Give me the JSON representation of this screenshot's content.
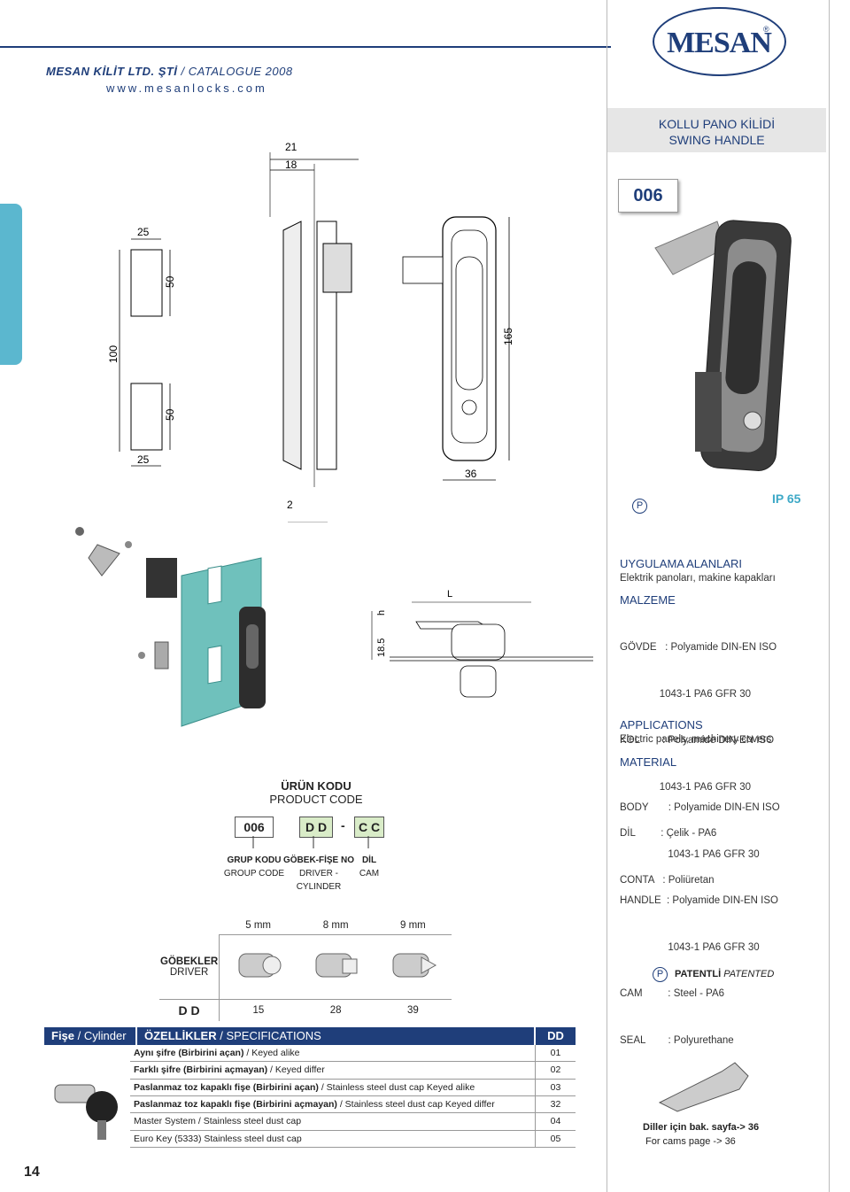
{
  "header": {
    "company": "MESAN KİLİT LTD. ŞTİ",
    "catalogue": "CATALOGUE 2008",
    "website": "www.mesanlocks.com",
    "logo": "MESAN"
  },
  "title": {
    "tr": "KOLLU PANO KİLİDİ",
    "en": "SWING HANDLE"
  },
  "product_number": "006",
  "ip_rating": "IP 65",
  "patent_symbol": "P",
  "drawing_dims": {
    "top1": "21",
    "top2": "18",
    "cut_w_top": "25",
    "cut_h_top": "50",
    "total_h": "100",
    "cut_h_bottom": "50",
    "cut_w_bottom": "25",
    "thickness": "2",
    "height": "165",
    "width": "36",
    "h": "h",
    "l": "L",
    "depth": "18.5"
  },
  "info_tr": {
    "app_title": "UYGULAMA ALANLARI",
    "app_text": "Elektrik panoları, makine kapakları",
    "mat_title": "MALZEME",
    "rows": [
      "GÖVDE   : Polyamide DIN-EN ISO",
      "              1043-1 PA6 GFR 30",
      "KOL        : Polyamide DIN-EN ISO",
      "              1043-1 PA6 GFR 30",
      "DİL         : Çelik - PA6",
      "CONTA   : Poliüretan"
    ]
  },
  "info_en": {
    "app_title": "APPLICATIONS",
    "app_text": "Electric panels, machinery covers",
    "mat_title": "MATERIAL",
    "rows": [
      "BODY       : Polyamide DIN-EN ISO",
      "                 1043-1 PA6 GFR 30",
      "HANDLE  : Polyamide DIN-EN ISO",
      "                 1043-1 PA6 GFR 30",
      "CAM         : Steel - PA6",
      "SEAL        : Polyurethane"
    ]
  },
  "product_code": {
    "title_tr": "ÜRÜN KODU",
    "title_en": "PRODUCT CODE",
    "code": "006",
    "driver": "D D",
    "dash": "-",
    "cam": "C C",
    "group_tr": "GRUP KODU",
    "group_en": "GROUP CODE",
    "driver_tr": "GÖBEK-FİŞE NO",
    "driver_en1": "DRIVER -",
    "driver_en2": "CYLINDER",
    "cam_tr": "DİL",
    "cam_en": "CAM"
  },
  "drivers": {
    "label_tr": "GÖBEKLER",
    "label_en": "DRIVER",
    "code_label": "D D",
    "sizes": [
      "5 mm",
      "8 mm",
      "9 mm"
    ],
    "codes": [
      "15",
      "28",
      "39"
    ]
  },
  "patent": {
    "tr": "PATENTLİ",
    "en": "PATENTED"
  },
  "specs": {
    "head_cyl_tr": "Fişe",
    "head_cyl_en": "/ Cylinder",
    "head_spec_tr": "ÖZELLİKLER",
    "head_spec_en": "/ SPECIFICATIONS",
    "head_dd": "DD",
    "rows": [
      {
        "text": "Aynı şifre (Birbirini açan)",
        "en": " / Keyed alike",
        "code": "01"
      },
      {
        "text": "Farklı şifre (Birbirini açmayan)",
        "en": " / Keyed differ",
        "code": "02"
      },
      {
        "text": "Paslanmaz toz kapaklı fişe (Birbirini açan)",
        "en": " / Stainless steel dust cap  Keyed alike",
        "code": "03"
      },
      {
        "text": "Paslanmaz toz kapaklı fişe (Birbirini açmayan)",
        "en": " / Stainless steel dust cap Keyed differ",
        "code": "32"
      },
      {
        "text": "",
        "en": "Master System  /  Stainless steel dust cap",
        "code": "04"
      },
      {
        "text": "",
        "en": "Euro Key (5333) Stainless steel dust cap",
        "code": "05"
      }
    ]
  },
  "cams": {
    "tr": "Diller için bak. sayfa-> 36",
    "en": "For cams page -> 36"
  },
  "page_number": "14"
}
